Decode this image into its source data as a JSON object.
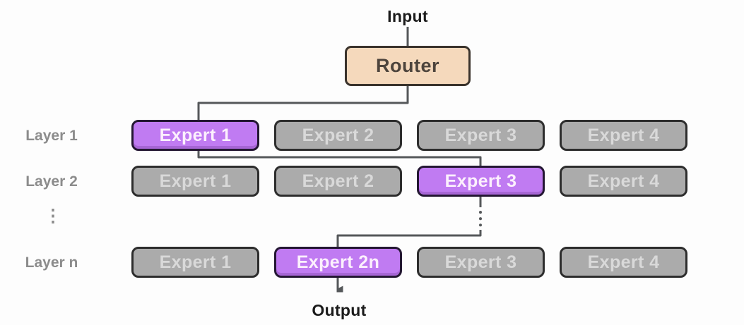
{
  "diagram": {
    "input_label": "Input",
    "router_label": "Router",
    "output_label": "Output",
    "ellipsis": "⋮",
    "rows": [
      {
        "label": "Layer 1",
        "experts": [
          {
            "label": "Expert 1",
            "active": true
          },
          {
            "label": "Expert 2",
            "active": false
          },
          {
            "label": "Expert 3",
            "active": false
          },
          {
            "label": "Expert 4",
            "active": false
          }
        ]
      },
      {
        "label": "Layer 2",
        "experts": [
          {
            "label": "Expert 1",
            "active": false
          },
          {
            "label": "Expert 2",
            "active": false
          },
          {
            "label": "Expert 3",
            "active": true
          },
          {
            "label": "Expert 4",
            "active": false
          }
        ]
      },
      {
        "label": "Layer n",
        "experts": [
          {
            "label": "Expert 1",
            "active": false
          },
          {
            "label": "Expert 2n",
            "active": true
          },
          {
            "label": "Expert 3",
            "active": false
          },
          {
            "label": "Expert 4",
            "active": false
          }
        ]
      }
    ],
    "colors": {
      "router_fill": "#f5d9bc",
      "router_border": "#3a332c",
      "router_text": "#4d443c",
      "expert_active_fill": "#c07bf2",
      "expert_active_border": "#241733",
      "expert_active_text": "#fcf0fd",
      "expert_inactive_fill": "#ababab",
      "expert_inactive_border": "#2d2d2d",
      "expert_inactive_text": "#d9d9d9",
      "connector": "#55585a",
      "label_text": "#8c8c8c",
      "io_text": "#1b1b1b"
    }
  }
}
